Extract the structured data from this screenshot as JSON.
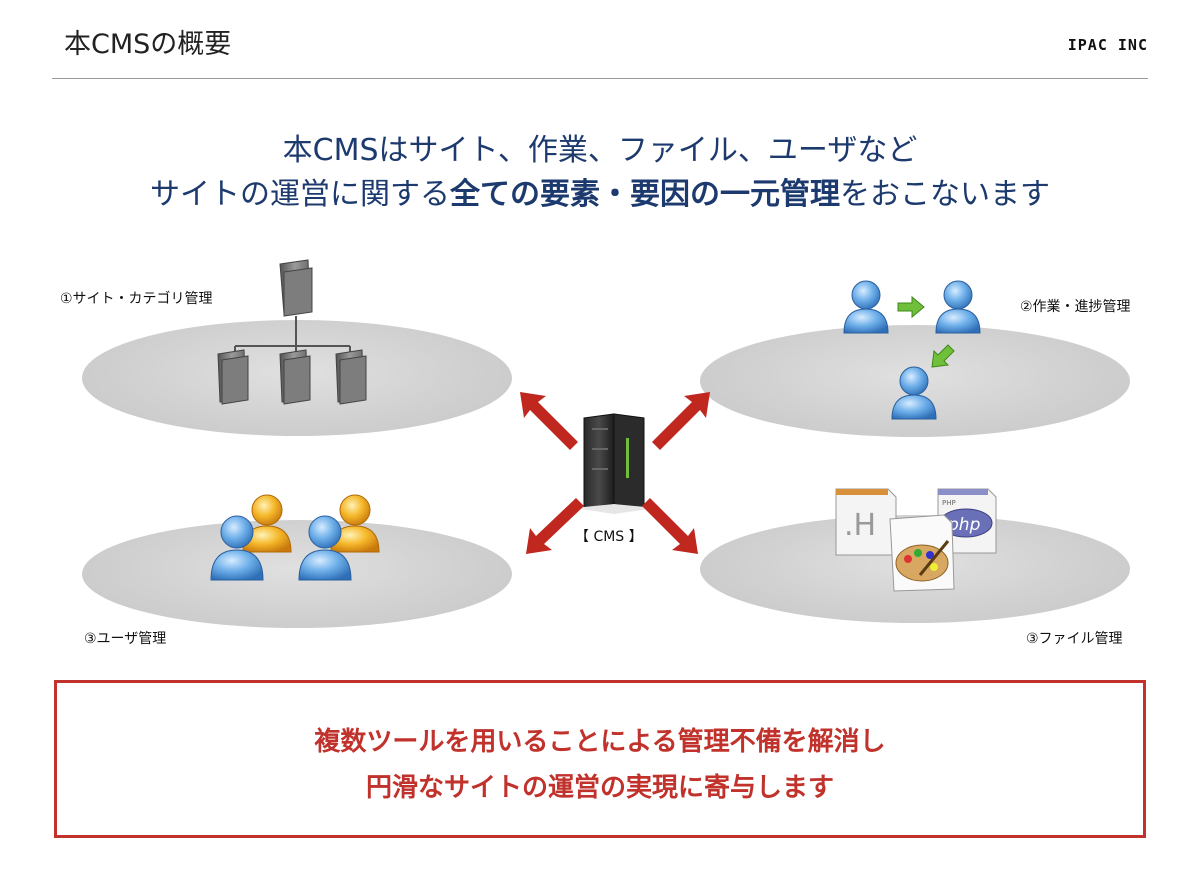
{
  "slide_title": "本CMSの概要",
  "logo": "IPAC INC",
  "headline": {
    "line1": "本CMSはサイト、作業、ファイル、ユーザなど",
    "line2_pre": "サイトの運営に関する",
    "line2_bold": "全ての要素・要因の一元管理",
    "line2_post": "をおこないます"
  },
  "labels": {
    "site_category": "①サイト・カテゴリ管理",
    "work_progress": "②作業・進捗管理",
    "user": "③ユーザ管理",
    "file": "③ファイル管理",
    "cms": "【 CMS 】"
  },
  "file_icons": {
    "html_letter": ".H",
    "php_badge": "PHP",
    "php_text": "php"
  },
  "result": {
    "line1": "複数ツールを用いることによる管理不備を解消し",
    "line2": "円滑なサイトの運営の実現に寄与します"
  },
  "colors": {
    "headline": "#1d3a6e",
    "accent_red": "#c0322b",
    "arrow_red": "#c0271e",
    "green_arrow": "#6fbf3a"
  }
}
